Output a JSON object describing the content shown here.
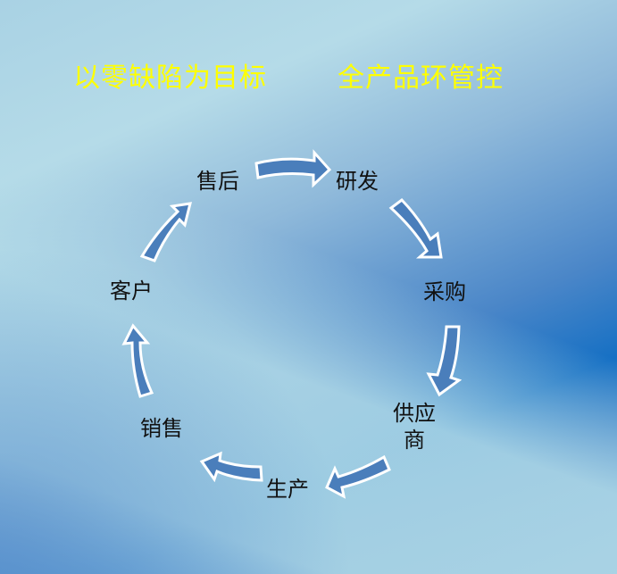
{
  "title": {
    "left": "以零缺陷为目标",
    "right": "全产品环管控"
  },
  "cycle": {
    "nodes": [
      {
        "id": "after_sales",
        "label": "售后"
      },
      {
        "id": "rd",
        "label": "研发"
      },
      {
        "id": "purchasing",
        "label": "采购"
      },
      {
        "id": "supplier",
        "label_line1": "供应",
        "label_line2": "商"
      },
      {
        "id": "production",
        "label": "生产"
      },
      {
        "id": "sales",
        "label": "销售"
      },
      {
        "id": "customer",
        "label": "客户"
      }
    ],
    "arrow_color": "#4a7ebb",
    "arrow_outline": "#ffffff",
    "direction": "clockwise"
  },
  "colors": {
    "title": "#ffff00",
    "label": "#111111",
    "bg_dark": "#1670c4",
    "bg_light": "#b5dbe8"
  }
}
